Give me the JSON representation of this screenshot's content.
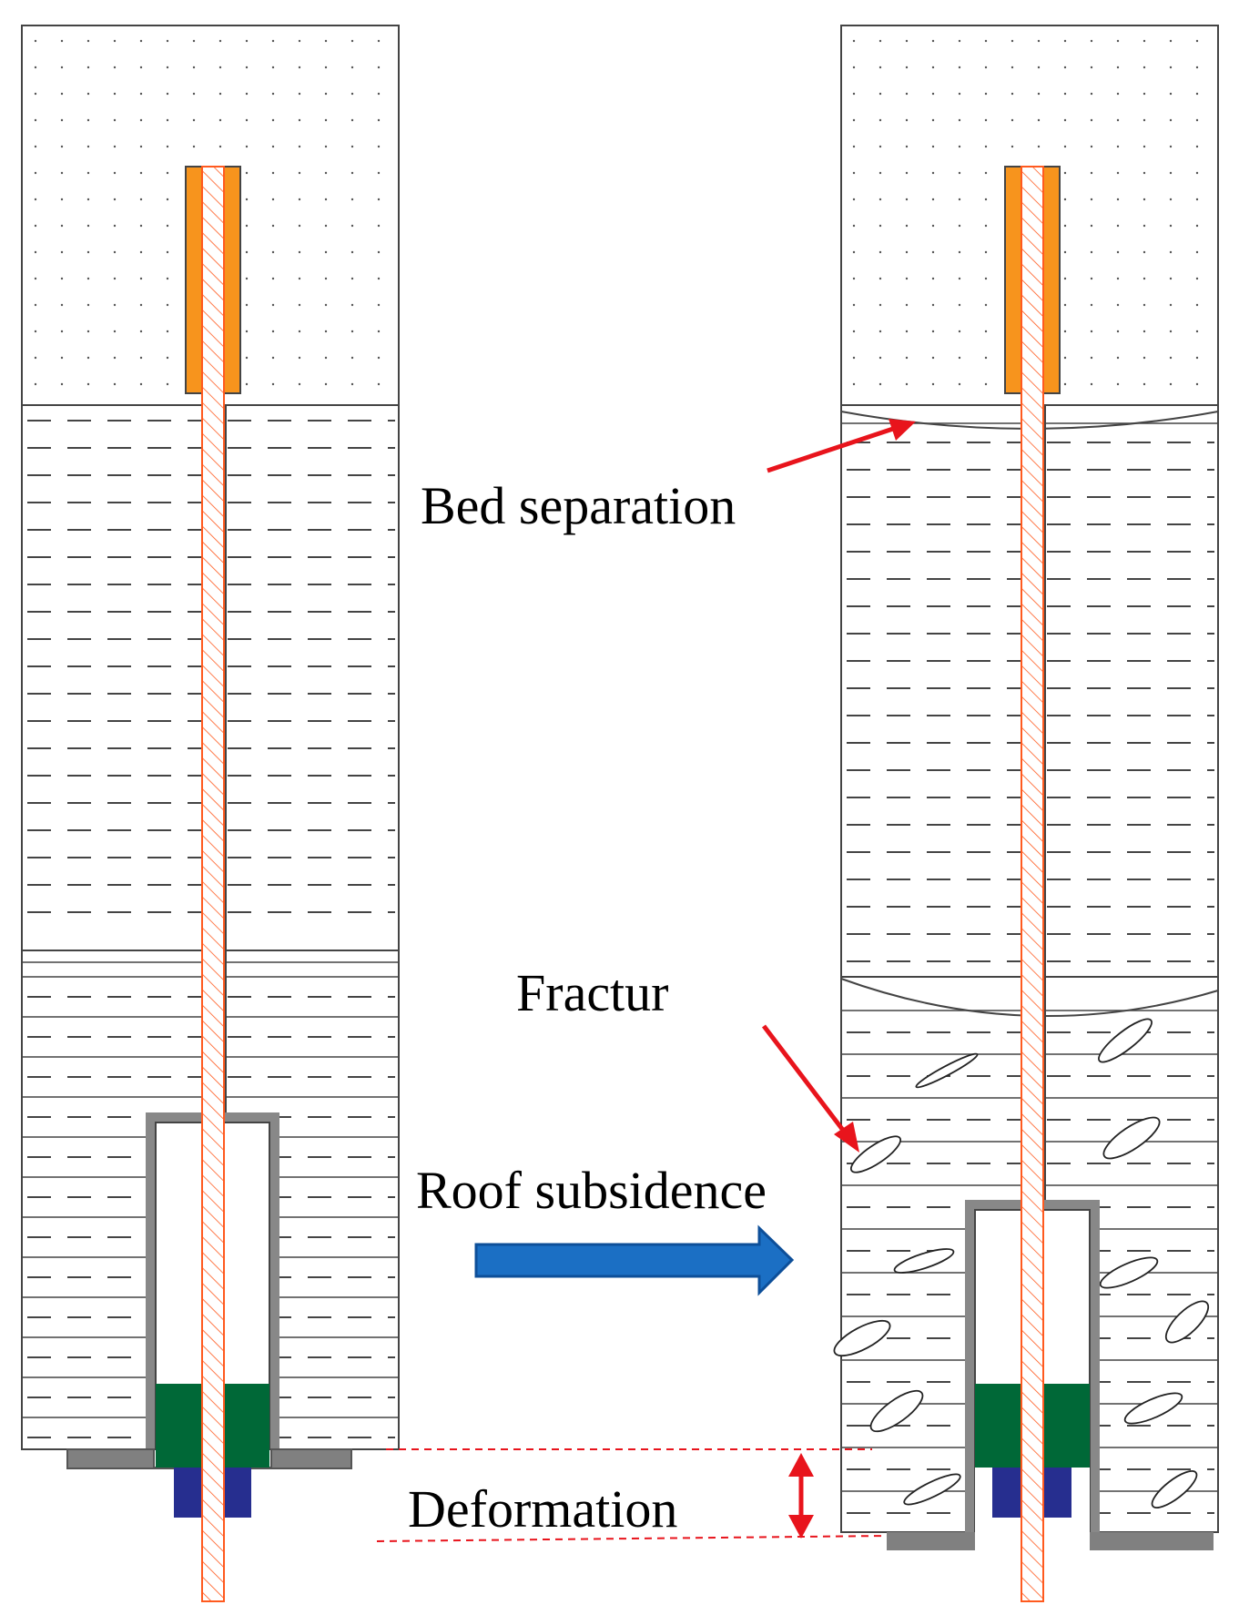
{
  "labels": {
    "bed_separation": "Bed separation",
    "fracture": "Fractur",
    "roof_subsidence": "Roof subsidence",
    "deformation": "Deformation"
  },
  "colors": {
    "anchor_resin": "#F7941D",
    "bolt_hatch": "#FF5A1F",
    "rock_outline": "#444444",
    "tray_plate": "#808080",
    "washer_green": "#006837",
    "nut_blue": "#262E8F",
    "arrow_red": "#E8141C",
    "arrow_blue": "#1B6FC4",
    "arrow_blue_edge": "#0D4F99"
  },
  "icons": {
    "process_arrow": "right-arrow-icon",
    "pointer_arrow": "pointer-arrow-icon",
    "dimension_arrow": "double-headed-arrow-icon"
  }
}
